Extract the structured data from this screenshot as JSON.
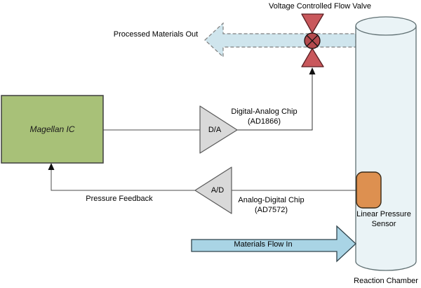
{
  "labels": {
    "valve_title": "Voltage Controlled Flow Valve",
    "processed_out": "Processed Materials Out",
    "magellan_ic": "Magellan IC",
    "da": "D/A",
    "da_chip": "Digital-Analog Chip (AD1866)",
    "ad": "A/D",
    "ad_chip": "Analog-Digital Chip (AD7572)",
    "pressure_feedback": "Pressure Feedback",
    "materials_in": "Materials Flow In",
    "sensor": "Linear Pressure Sensor",
    "chamber": "Reaction Chamber"
  },
  "colors": {
    "magellan_green": "#a8c178",
    "valve_red": "#c9585c",
    "valve_circle_red": "#b44b4e",
    "flow_band_blue": "#cfe5ed",
    "flow_arrow_blue": "#a9d4e5",
    "chamber_fill": "#eaf3f6",
    "sensor_orange": "#dd9050",
    "converter_gray": "#d9d9d9"
  }
}
